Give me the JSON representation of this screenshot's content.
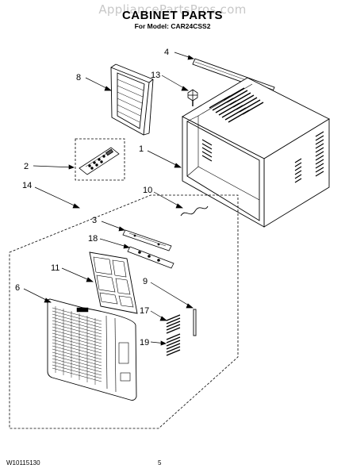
{
  "watermark": "AppliancePartsPros.com",
  "title": "CABINET PARTS",
  "subtitle": "For Model: CAR24CSS2",
  "footer": {
    "doc_number": "W10115130",
    "page_number": "5"
  },
  "callouts": {
    "c1": "1",
    "c2": "2",
    "c3": "3",
    "c4": "4",
    "c6": "6",
    "c8": "8",
    "c9": "9",
    "c10": "10",
    "c11": "11",
    "c13": "13",
    "c14": "14",
    "c17": "17",
    "c18": "18",
    "c19": "19"
  },
  "colors": {
    "line": "#000000",
    "watermark": "#c8c8c8"
  }
}
